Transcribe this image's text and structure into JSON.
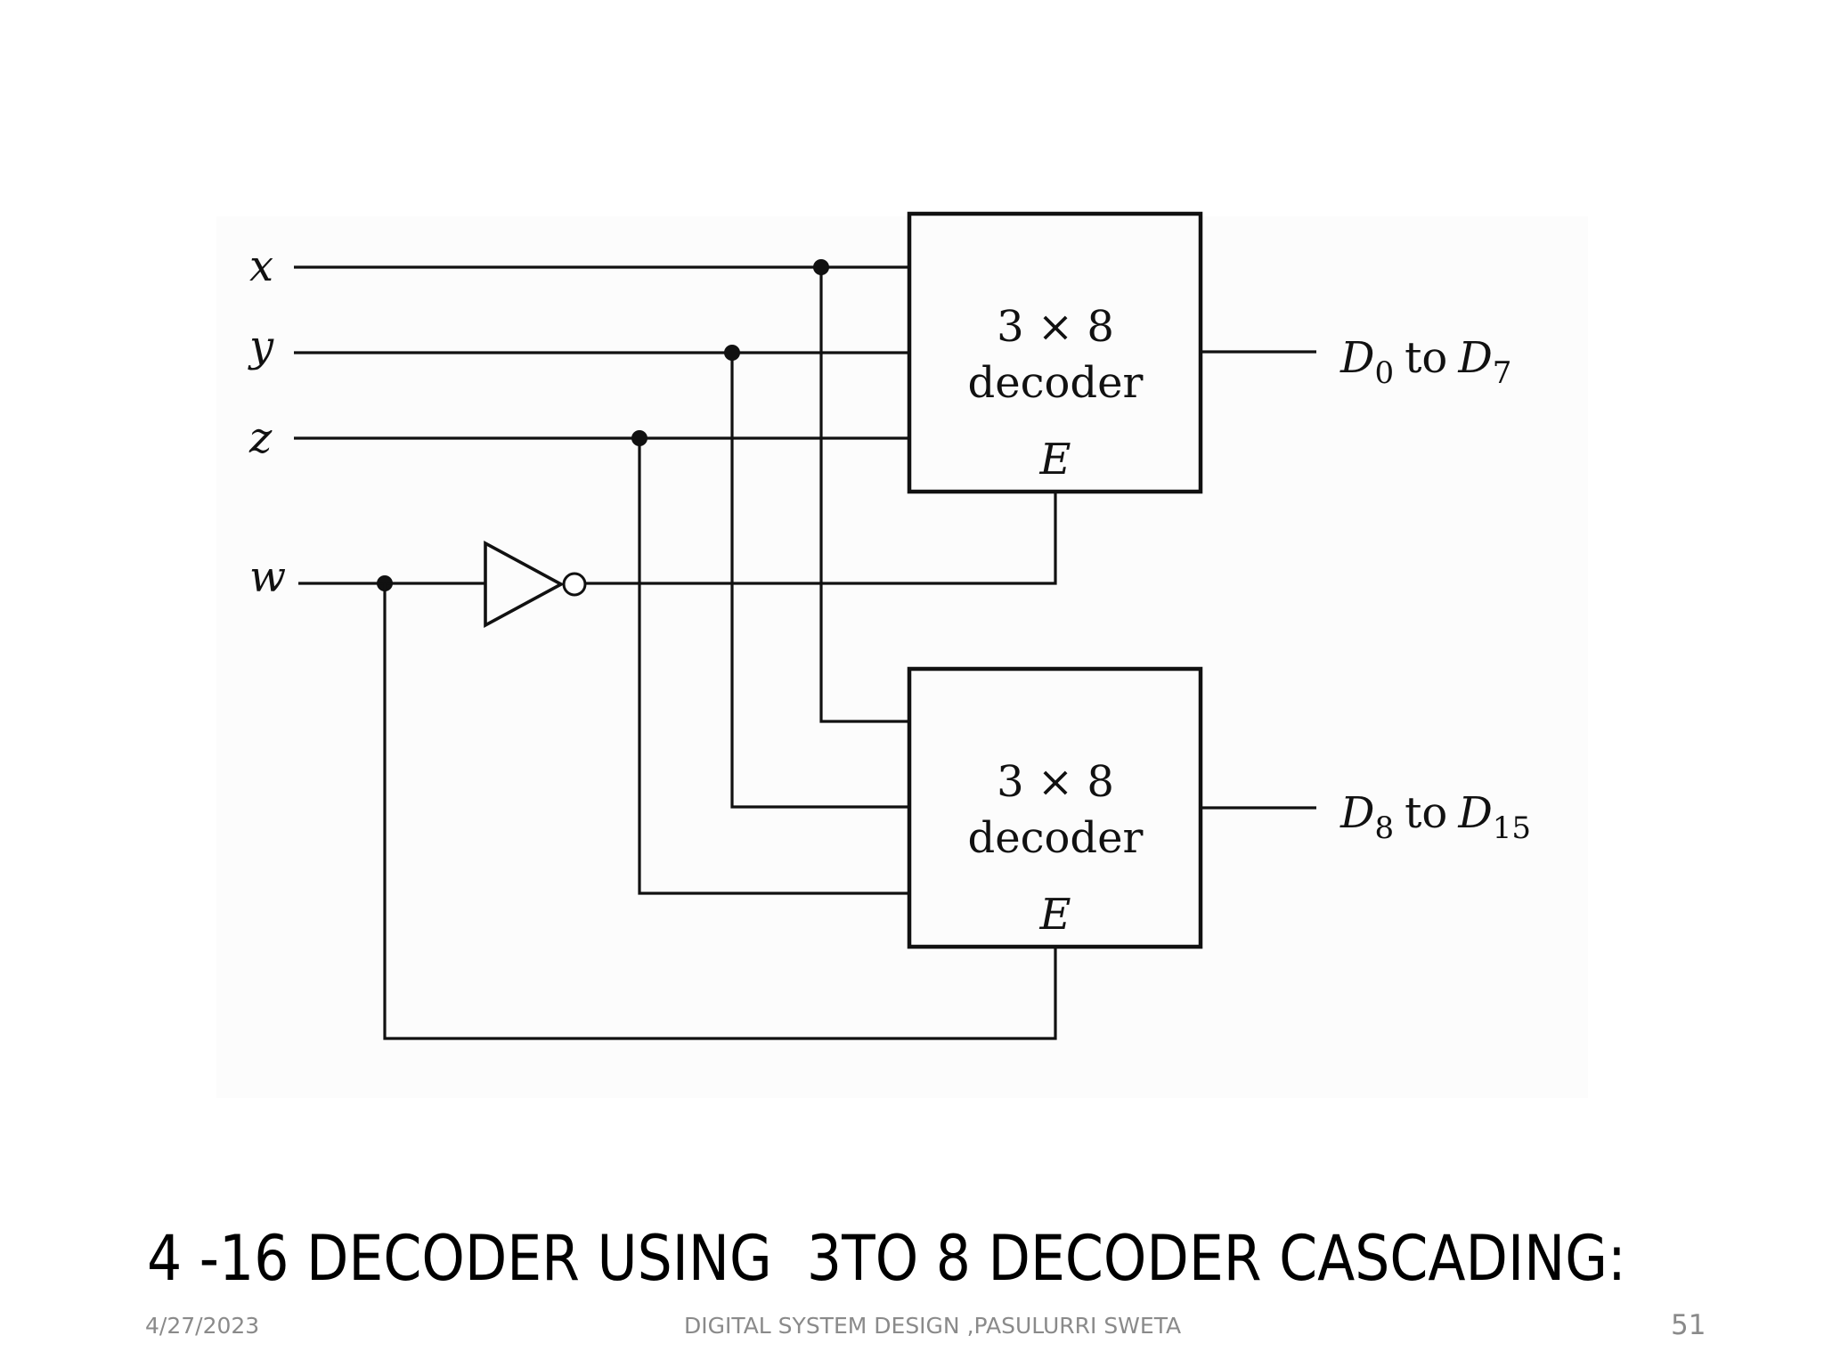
{
  "slide": {
    "title": "4 -16 DECODER USING  3TO 8 DECODER CASCADING:",
    "footer_date": "4/27/2023",
    "footer_center": "DIGITAL SYSTEM DESIGN ,PASULURRI SWETA",
    "page_number": "51"
  },
  "diagram": {
    "inputs": {
      "x": "x",
      "y": "y",
      "z": "z",
      "w": "w"
    },
    "decoder_top": {
      "line1": "3 × 8",
      "line2": "decoder",
      "enable": "E",
      "output_sym": "D",
      "output_from_sub": "0",
      "output_to_word": "to",
      "output_to_sub": "7"
    },
    "decoder_bottom": {
      "line1": "3 × 8",
      "line2": "decoder",
      "enable": "E",
      "output_sym": "D",
      "output_from_sub": "8",
      "output_to_word": "to",
      "output_to_sub": "15"
    }
  }
}
